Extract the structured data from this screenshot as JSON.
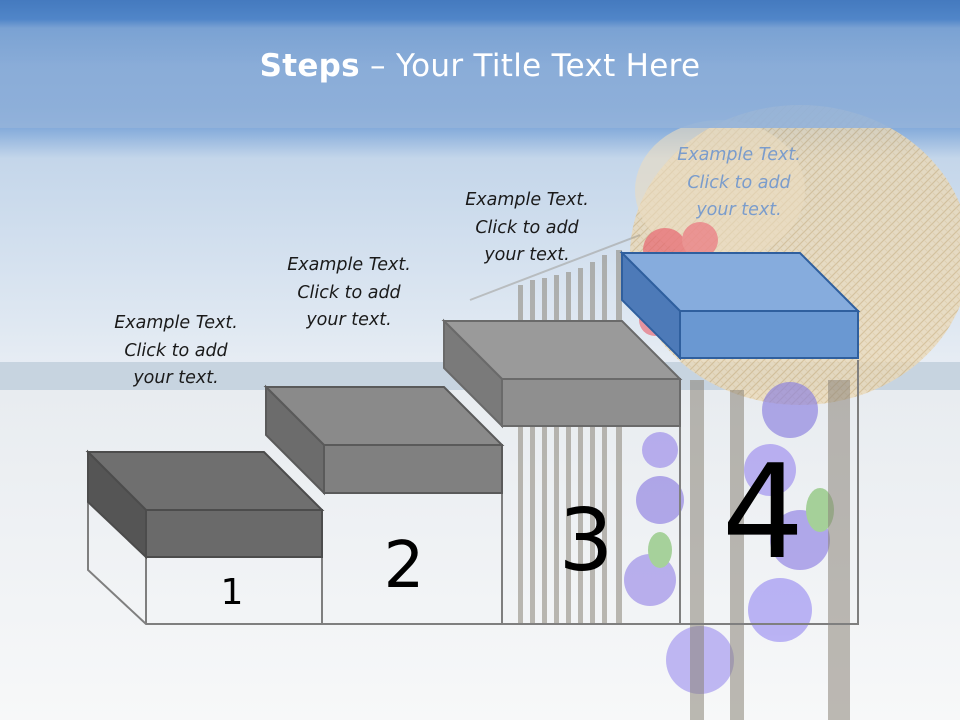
{
  "title": {
    "bold": "Steps",
    "rest": " – Your Title Text Here"
  },
  "steps": [
    {
      "number": "1",
      "caption": [
        "Example Text.",
        "Click  to add",
        "your text."
      ]
    },
    {
      "number": "2",
      "caption": [
        "Example Text.",
        "Click  to add",
        "your text."
      ]
    },
    {
      "number": "3",
      "caption": [
        "Example Text.",
        "Click  to add",
        "your text."
      ]
    },
    {
      "number": "4",
      "caption": [
        "Example Text.",
        "Click  to add",
        "your text."
      ]
    }
  ],
  "colors": {
    "header": "#4a80c4",
    "highlight_block": "#6a98d2",
    "grey_block": "#808080",
    "faded_caption": "#7a9ccc"
  }
}
